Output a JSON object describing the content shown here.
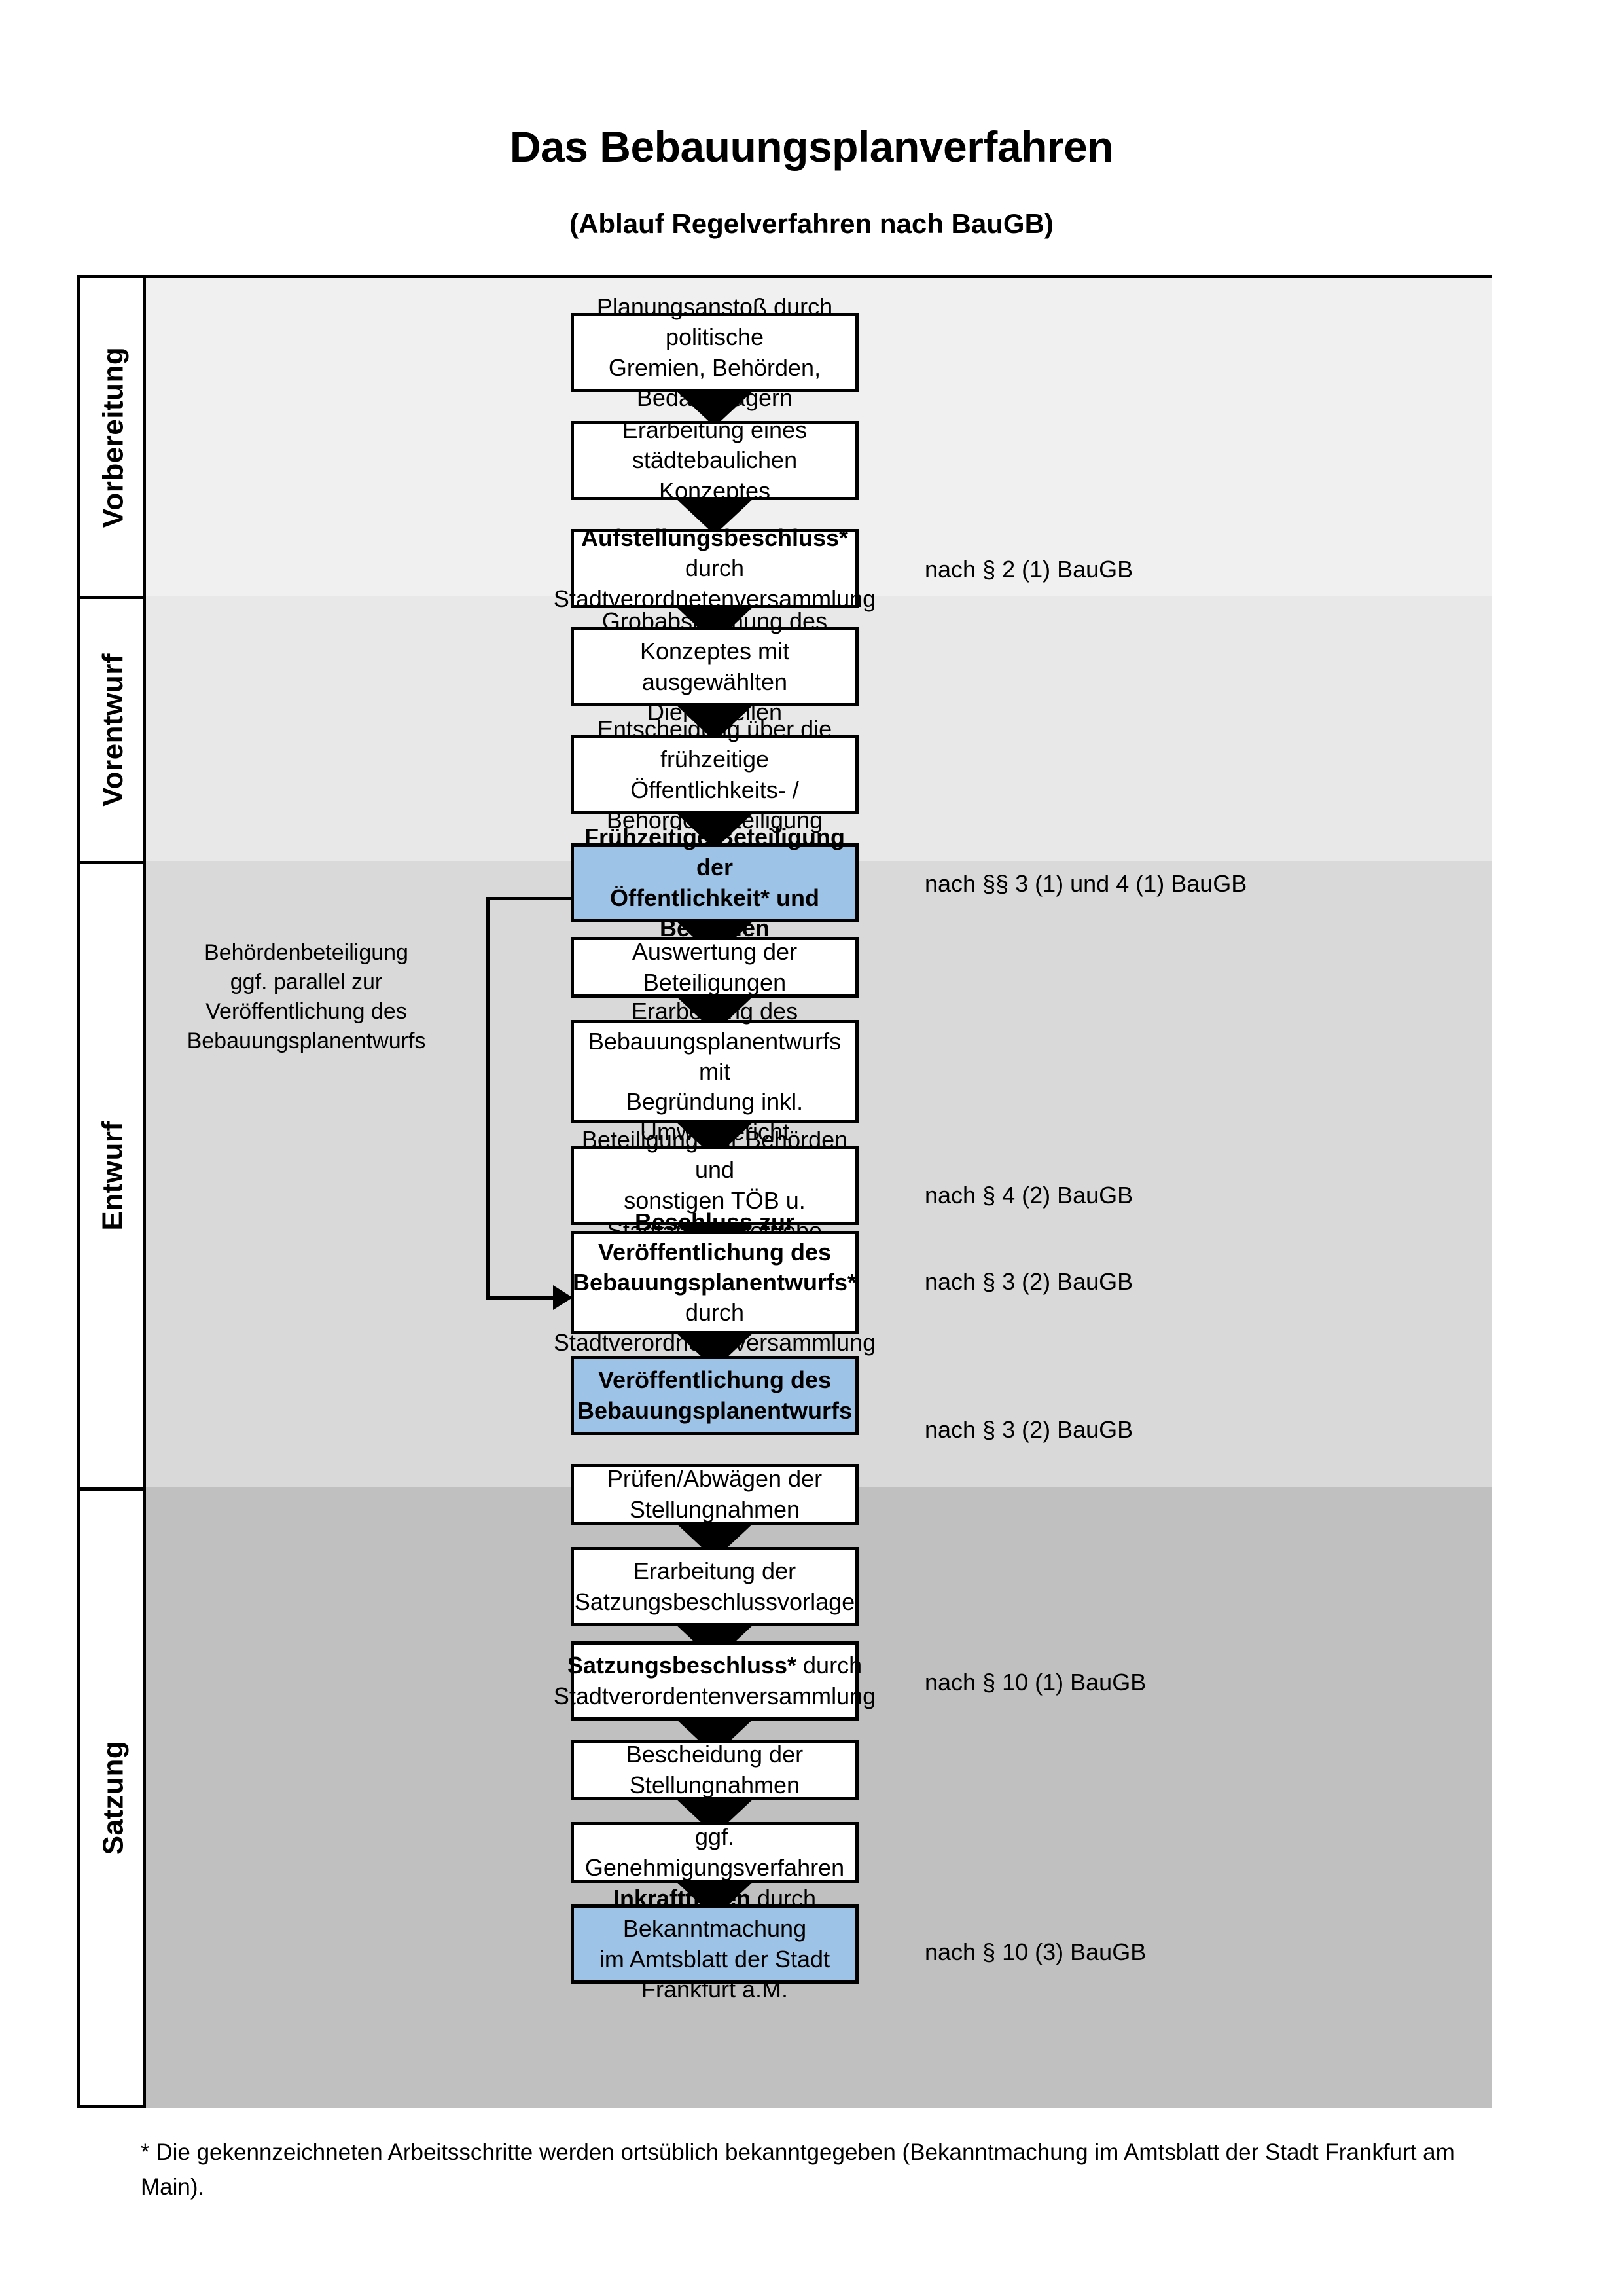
{
  "header": {
    "title": "Das Bebauungsplanverfahren",
    "subtitle": "(Ablauf Regelverfahren nach BauGB)"
  },
  "phases": [
    {
      "label": "Vorbereitung"
    },
    {
      "label": "Vorentwurf"
    },
    {
      "label": "Entwurf"
    },
    {
      "label": "Satzung"
    }
  ],
  "steps": [
    {
      "line1": "Planungsanstoß durch politische",
      "line2": "Gremien, Behörden, Bedarfsträgern",
      "line3": "",
      "bold": "",
      "highlight": false
    },
    {
      "line1": "Erarbeitung eines städtebaulichen",
      "line2": "Konzeptes",
      "line3": "",
      "bold": "",
      "highlight": false
    },
    {
      "line1": "",
      "line2": "Stadtverordnetenversammlung",
      "line3": "",
      "bold": "Aufstellungsbeschluss*",
      "after_bold": " durch",
      "highlight": false
    },
    {
      "line1": "Grobabstimmung des Konzeptes mit",
      "line2": "ausgewählten Dienststellen",
      "line3": "",
      "bold": "",
      "highlight": false
    },
    {
      "line1": "Entscheidung über die frühzeitige",
      "line2": "Öffentlichkeits- / Behördenbeteiligung",
      "line3": "",
      "bold": "",
      "highlight": false
    },
    {
      "line1": "Frühzeitige Beteiligung der",
      "line2": "Öffentlichkeit* und Behörden",
      "line3": "",
      "bold": "",
      "highlight": true,
      "allbold": true
    },
    {
      "line1": "Auswertung der Beteiligungen",
      "line2": "",
      "line3": "",
      "bold": "",
      "highlight": false
    },
    {
      "line1": "Erarbeitung des",
      "line2": "Bebauungsplanentwurfs mit",
      "line3": "Begründung inkl. Umweltbericht",
      "bold": "",
      "highlight": false
    },
    {
      "line1": "Beteiligung der Behörden und",
      "line2": "sonstigen TÖB u. Stadtämter/-betriebe",
      "line3": "",
      "bold": "",
      "highlight": false
    },
    {
      "line1": "",
      "line2": "",
      "line3": "Stadtverordnetenversammlung",
      "bold": "Beschluss zur Veröffentlichung des Bebauungsplanentwurfs*",
      "after_bold": " durch",
      "highlight": false
    },
    {
      "line1": "Veröffentlichung des",
      "line2": "Bebauungsplanentwurfs",
      "line3": "",
      "bold": "",
      "highlight": true,
      "allbold": true
    },
    {
      "line1": "Prüfen/Abwägen der Stellungnahmen",
      "line2": "",
      "line3": "",
      "bold": "",
      "highlight": false
    },
    {
      "line1": "Erarbeitung der",
      "line2": "Satzungsbeschlussvorlage",
      "line3": "",
      "bold": "",
      "highlight": false
    },
    {
      "line1": "",
      "line2": "Stadtverordentenversammlung",
      "line3": "",
      "bold": "Satzungsbeschluss*",
      "after_bold": " durch",
      "highlight": false
    },
    {
      "line1": "Bescheidung der Stellungnahmen",
      "line2": "",
      "line3": "",
      "bold": "",
      "highlight": false
    },
    {
      "line1": "ggf. Genehmigungsverfahren",
      "line2": "",
      "line3": "",
      "bold": "",
      "highlight": false
    },
    {
      "line1": "",
      "line2": "im Amtsblatt der Stadt Frankfurt a.M.",
      "line3": "",
      "bold": "Inkrafttreten",
      "after_bold": " durch Bekanntmachung",
      "highlight": true
    }
  ],
  "law_refs": [
    {
      "text": "nach § 2 (1) BauGB"
    },
    {
      "text": "nach §§ 3 (1) und 4 (1) BauGB"
    },
    {
      "text": "nach § 4 (2) BauGB"
    },
    {
      "text": "nach § 3 (2) BauGB"
    },
    {
      "text": "nach § 3 (2) BauGB"
    },
    {
      "text": "nach § 10 (1) BauGB"
    },
    {
      "text": "nach § 10 (3) BauGB"
    }
  ],
  "side_note": {
    "line1": "Behördenbeteiligung",
    "line2": "ggf. parallel zur",
    "line3": "Veröffentlichung des",
    "line4": "Bebauungsplanentwurfs"
  },
  "footnote": {
    "text": "* Die gekennzeichneten Arbeitsschritte werden ortsüblich bekanntgegeben (Bekanntmachung im Amtsblatt  der Stadt Frankfurt am Main)."
  },
  "colors": {
    "highlight_fill": "#9dc3e6",
    "band_1": "#f0f0f0",
    "band_2": "#e8e8e8",
    "band_3": "#d9d9d9",
    "band_4": "#c0c0c0",
    "stroke": "#000000"
  }
}
